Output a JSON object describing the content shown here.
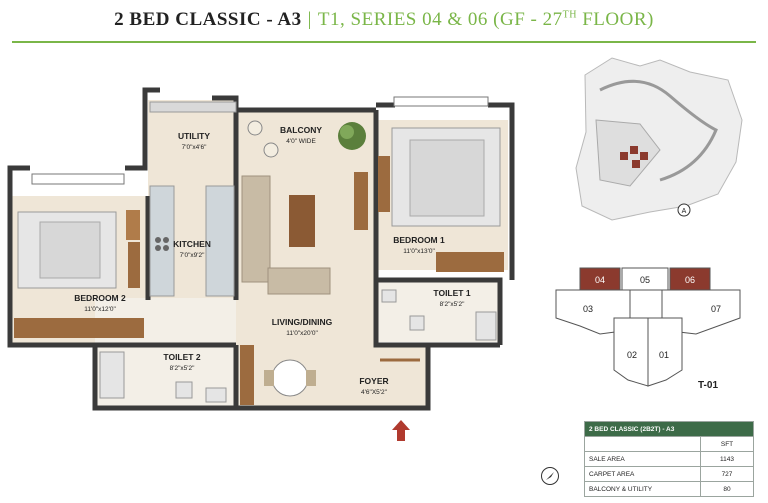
{
  "title": {
    "main": "2 BED CLASSIC - A3",
    "separator": "|",
    "sub": "T1, SERIES 04 & 06 (GF - 27",
    "sup": "TH",
    "sub_end": " FLOOR)"
  },
  "rooms": {
    "utility": {
      "name": "UTILITY",
      "size": "7'0\"x4'6\""
    },
    "balcony": {
      "name": "BALCONY",
      "size": "4'0\" WIDE"
    },
    "kitchen": {
      "name": "KITCHEN",
      "size": "7'0\"x9'2\""
    },
    "bedroom1": {
      "name": "BEDROOM 1",
      "size": "11'0\"x13'0\""
    },
    "bedroom2": {
      "name": "BEDROOM 2",
      "size": "11'0\"x12'0\""
    },
    "toilet1": {
      "name": "TOILET 1",
      "size": "8'2\"x5'2\""
    },
    "living": {
      "name": "LIVING/DINING",
      "size": "11'0\"x20'0\""
    },
    "toilet2": {
      "name": "TOILET 2",
      "size": "8'2\"x5'2\""
    },
    "foyer": {
      "name": "FOYER",
      "size": "4'6\"X5'2\""
    }
  },
  "north_mark": "A",
  "key_plan": {
    "units": [
      "04",
      "05",
      "06",
      "03",
      "07",
      "02",
      "01"
    ],
    "tower": "T-01",
    "highlight_color": "#8b3a2e"
  },
  "area_table": {
    "title": "2 BED CLASSIC (2B2T) - A3",
    "unit": "SFT",
    "rows": [
      {
        "label": "SALE AREA",
        "value": "1143"
      },
      {
        "label": "CARPET AREA",
        "value": "727"
      },
      {
        "label": "BALCONY & UTILITY",
        "value": "80"
      }
    ]
  },
  "colors": {
    "accent": "#7ab648",
    "wall": "#3a3a3a",
    "floor": "#efe6d7",
    "wood": "#9c6b3f",
    "entry_arrow": "#b03a2e"
  }
}
